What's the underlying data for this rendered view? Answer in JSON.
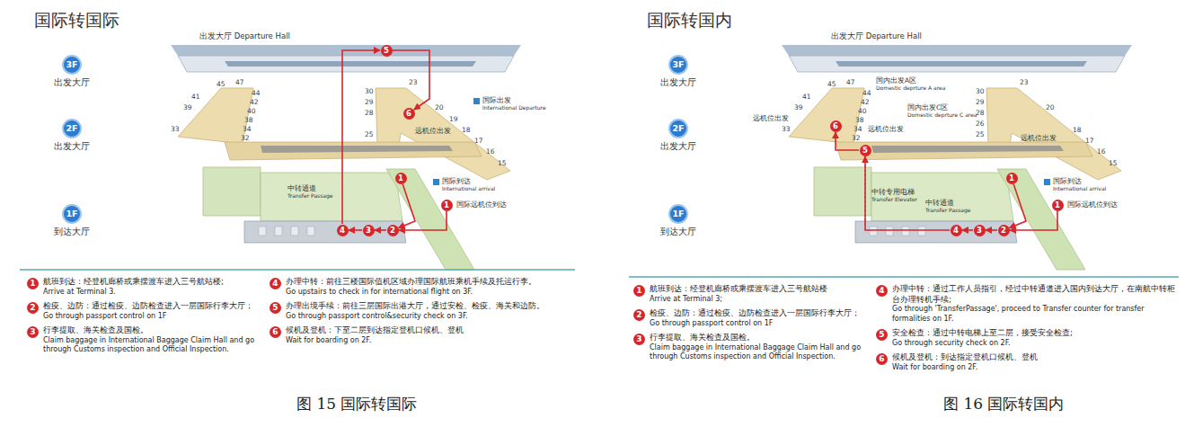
{
  "diagram": {
    "nodes": [
      {
        "text": [
          "3F",
          "出发大厅"
        ]
      },
      {
        "text": [
          "2F",
          "出发大厅"
        ]
      },
      {
        "text": [
          "1F",
          "到达大厅"
        ]
      },
      {
        "text": [
          "5"
        ]
      },
      {
        "text": [
          "6"
        ]
      },
      {
        "text": [
          "1"
        ]
      },
      {
        "text": [
          "1"
        ]
      },
      {
        "text": [
          "2"
        ]
      },
      {
        "text": [
          "3"
        ]
      },
      {
        "text": [
          "4"
        ]
      },
      {
        "text": [
          "1",
          "航班到达：经登机廊桥或乘摆渡车进入三号航站楼;",
          "Arrive at Terminal 3."
        ]
      },
      {
        "text": [
          "2",
          "检疫、边防：通过检疫、边防检查进入一层国际行李大厅；",
          "Go through passport control on 1F"
        ]
      },
      {
        "text": [
          "3",
          "行李提取、海关检查及国检。",
          "Claim baggage in International Baggage Claim Hall and go through Customs inspection and Official Inspection."
        ]
      },
      {
        "text": [
          "4",
          "办理中转：前往三楼国际值机区域办理国际航班乘机手续及托运行李。",
          "Go upstairs to check in for international flight on 3F."
        ]
      },
      {
        "text": [
          "5",
          "办理出境手续：前往三层国际出港大厅，通过安检、检疫、海关和边防。",
          "Go through passport control&security check on 3F."
        ]
      },
      {
        "text": [
          "6",
          "候机及登机：下至二层到达指定登机口候机、登机",
          "Wait for boarding on 2F."
        ]
      },
      {
        "text": [
          "3F",
          "出发大厅"
        ]
      },
      {
        "text": [
          "2F",
          "出发大厅"
        ]
      },
      {
        "text": [
          "1F",
          "到达大厅"
        ]
      },
      {
        "text": [
          "6"
        ]
      },
      {
        "text": [
          "5"
        ]
      },
      {
        "text": [
          "1"
        ]
      },
      {
        "text": [
          "1"
        ]
      },
      {
        "text": [
          "2"
        ]
      },
      {
        "text": [
          "3"
        ]
      },
      {
        "text": [
          "4"
        ]
      },
      {
        "text": [
          "1",
          "航班到达：经登机廊桥或乘摆渡车进入三号航站楼",
          "Arrive at Terminal 3;"
        ]
      },
      {
        "text": [
          "2",
          "检疫、边防：通过检疫、边防检查进入一层国际行李大厅；",
          "Go through passport control on 1F"
        ]
      },
      {
        "text": [
          "3",
          "行李提取、海关检查及国检。",
          "Claim baggage in International Baggage Claim Hall and go through Customs inspection and Official Inspection."
        ]
      },
      {
        "text": [
          "4",
          "办理中转：通过工作人员指引，经过中转通道进入国内到达大厅，在南航中转柜台办理转机手续;",
          "Go through 'TransferPassage', proceed to Transfer counter for transfer formalities on 1F."
        ]
      },
      {
        "text": [
          "5",
          "安全检查：通过中转电梯上至二层，接受安全检查;",
          "Go through security check on 2F."
        ]
      },
      {
        "text": [
          "6",
          "候机及登机：到达指定登机口候机、登机",
          "Wait for boarding on 2F."
        ]
      }
    ],
    "edges": [
      {
        "from": 5,
        "to": 7,
        "arrow": "to"
      },
      {
        "from": 6,
        "to": 7,
        "arrow": "to"
      },
      {
        "from": 7,
        "to": 8,
        "arrow": "to"
      },
      {
        "from": 8,
        "to": 9,
        "arrow": "to"
      },
      {
        "from": 9,
        "to": 3,
        "arrow": "to"
      },
      {
        "from": 3,
        "to": 4,
        "arrow": "to"
      },
      {
        "from": 21,
        "to": 23,
        "arrow": "to"
      },
      {
        "from": 22,
        "to": 23,
        "arrow": "to"
      },
      {
        "from": 23,
        "to": 24,
        "arrow": "to"
      },
      {
        "from": 24,
        "to": 25,
        "arrow": "to"
      },
      {
        "from": 25,
        "to": 20,
        "arrow": "to"
      },
      {
        "from": 20,
        "to": 19,
        "arrow": "to"
      }
    ],
    "labels": [
      "国际转国际",
      "出发大厅 Departure Hall",
      "41",
      "45",
      "47",
      "44",
      "42",
      "40",
      "39",
      "38",
      "34",
      "32",
      "33",
      "30",
      "23",
      "29",
      "28",
      "20",
      "19",
      "18",
      "25",
      "17",
      "16",
      "15",
      "远机位出发",
      "国际出发",
      "International Departure",
      "中转通道",
      "Transfer Passage",
      "国际到达",
      "International arrival",
      "国际远机位到达",
      "图 15 国际转国际",
      "国际转国内",
      "出发大厅 Departure Hall",
      "国内出发A区",
      "Domestic deprture A area",
      "国内出发C区",
      "Domestic deprture C area",
      "远机位出发",
      "远机位出发",
      "远机位出发",
      "45",
      "47",
      "44",
      "41",
      "42",
      "39",
      "40",
      "38",
      "34",
      "32",
      "33",
      "30",
      "23",
      "29",
      "28",
      "20",
      "26",
      "25",
      "18",
      "17",
      "16",
      "15",
      "中转专用电梯",
      "Transfer Elevator",
      "中转通道",
      "Transfer Passage",
      "国际到达",
      "International arrival",
      "国际远机位到达",
      "图 16 国际转国内"
    ]
  }
}
